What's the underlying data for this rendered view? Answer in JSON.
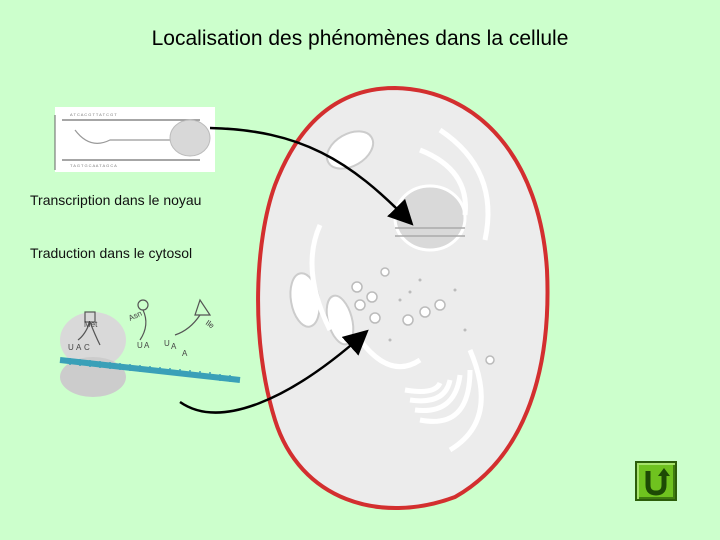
{
  "title": "Localisation des phénomènes dans la cellule",
  "labels": {
    "transcription": "Transcription dans le noyau",
    "traduction": "Traduction dans le cytosol"
  },
  "translation_figure": {
    "amino_acids": [
      "Met",
      "Asn",
      "Ile"
    ],
    "anticodon_letters": [
      "U",
      "A",
      "C",
      "U",
      "A",
      "U",
      "A",
      "A"
    ]
  },
  "nav": {
    "icon": "return-u-arrow-icon"
  },
  "colors": {
    "background": "#ccffcc",
    "cell_membrane": "#d32f2f",
    "arrow": "#000000",
    "mrna": "#3aa0b8",
    "nav_button": "#6fc21f"
  }
}
